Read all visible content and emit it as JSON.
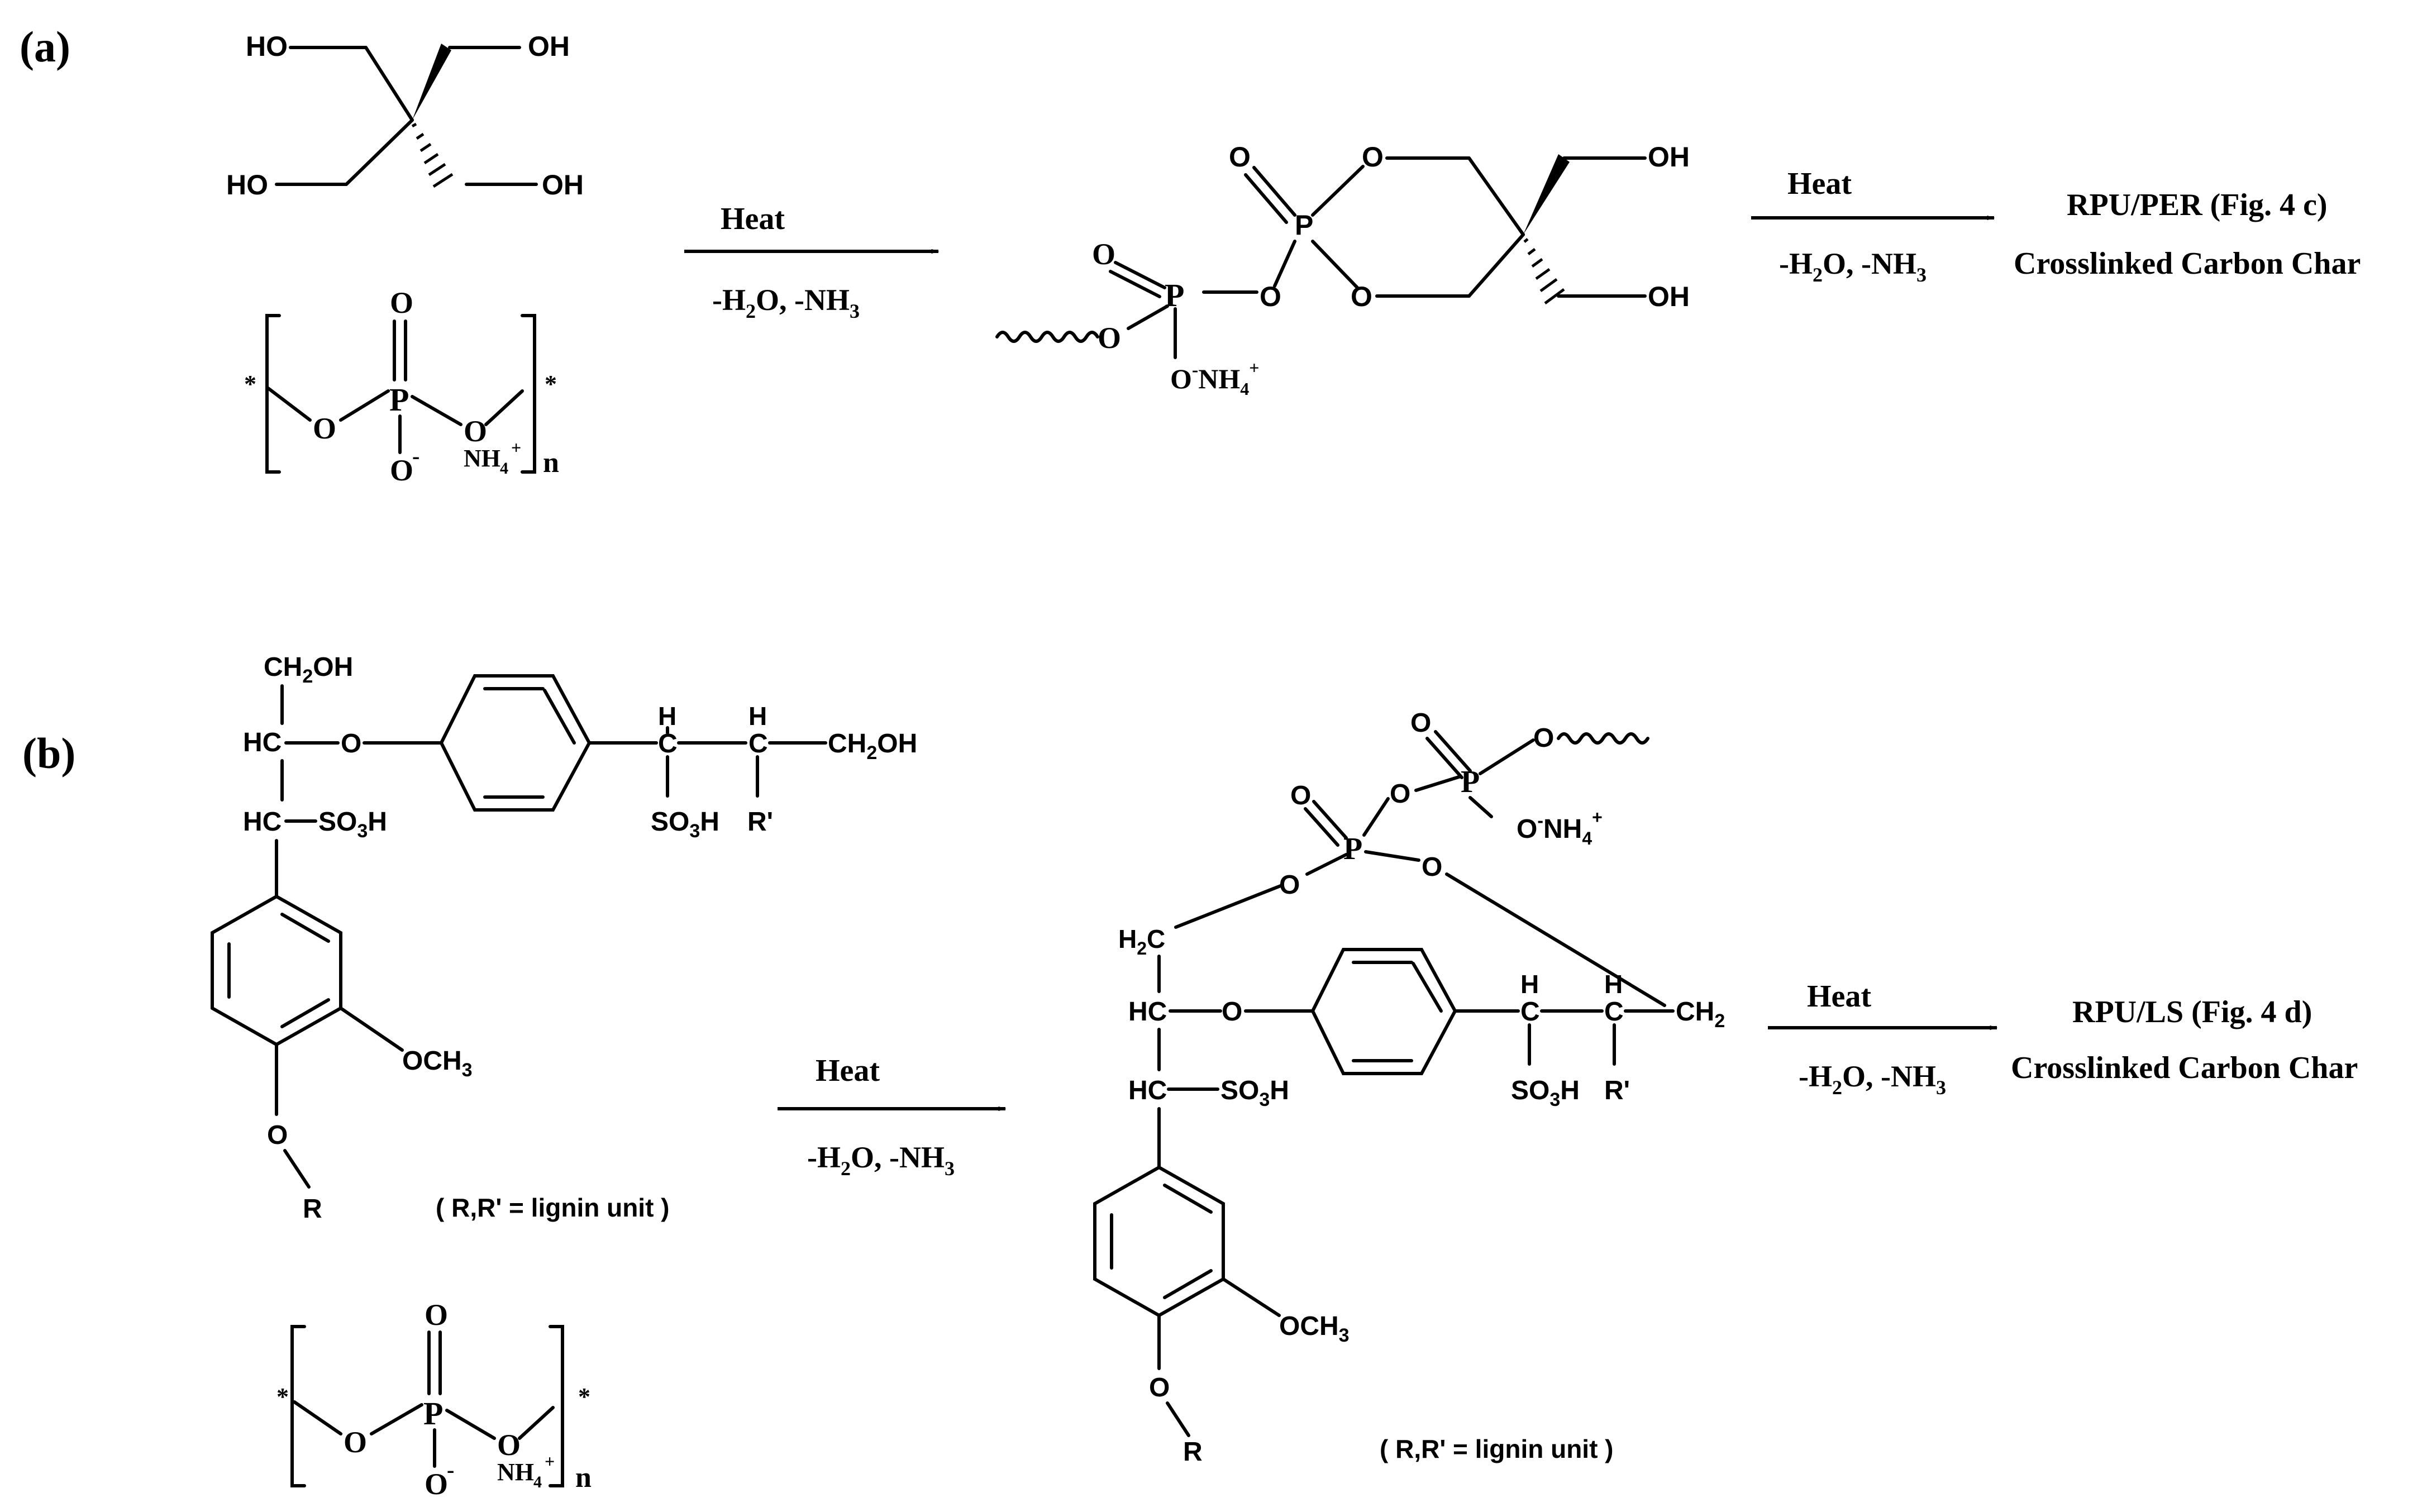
{
  "panels": {
    "a": {
      "label": "(a)",
      "pentaerythritol_groups": [
        "HO",
        "OH",
        "HO",
        "OH"
      ],
      "app": {
        "oxygen": "O",
        "phosphorus": "P",
        "o_left": "O",
        "o_right": "O",
        "o_minus": "O",
        "minus_sign": "-",
        "star": "*",
        "ammonium": "NH",
        "ammonium_sub": "4",
        "ammonium_sup": "+",
        "repeat": "n"
      },
      "arrow1": {
        "above": "Heat",
        "below_parts": [
          "-H",
          "2",
          "O, -NH",
          "3"
        ]
      },
      "product": {
        "ring_o_top": "O",
        "ring_o_bottom": "O",
        "ring_p": "P",
        "ring_p_oxo": "O",
        "oh_top": "OH",
        "oh_bottom": "OH",
        "link_o": "O",
        "chain_p": "P",
        "chain_p_oxo": "O",
        "chain_o_left": "O",
        "chain_o_minus": "O",
        "chain_minus": "-",
        "ammonium": "NH",
        "ammonium_sub": "4",
        "ammonium_sup": "+"
      },
      "arrow2": {
        "above": "Heat",
        "below_parts": [
          "-H",
          "2",
          "O, -NH",
          "3"
        ]
      },
      "result_line1": "RPU/PER (Fig. 4 c)",
      "result_line2": "Crosslinked Carbon Char"
    },
    "b": {
      "label": "(b)",
      "lignin": {
        "ch2oh_top": "CH",
        "ch2oh_top_sub": "2",
        "ch2oh_top_tail": "OH",
        "hc1": "HC",
        "ether_o": "O",
        "hc2": "HC",
        "so3h_1": "SO",
        "so3h_1_sub": "3",
        "so3h_1_tail": "H",
        "h_a": "H",
        "c_a": "C",
        "h_b": "H",
        "c_b": "C",
        "ch2oh_right": "CH",
        "ch2oh_right_sub": "2",
        "ch2oh_right_tail": "OH",
        "so3h_2": "SO",
        "so3h_2_sub": "3",
        "so3h_2_tail": "H",
        "r_prime": "R'",
        "och3": "OCH",
        "och3_sub": "3",
        "o_bottom": "O",
        "r": "R",
        "note": "( R,R' = lignin unit )"
      },
      "app": {
        "oxygen": "O",
        "phosphorus": "P",
        "o_left": "O",
        "o_right": "O",
        "o_minus": "O",
        "minus_sign": "-",
        "star": "*",
        "ammonium": "NH",
        "ammonium_sub": "4",
        "ammonium_sup": "+",
        "repeat": "n"
      },
      "arrow1": {
        "above": "Heat",
        "below_parts": [
          "-H",
          "2",
          "O, -NH",
          "3"
        ]
      },
      "product": {
        "p_oxo": "O",
        "p_link_o": "O",
        "p2": "P",
        "p2_oxo": "O",
        "p2_o_chain": "O",
        "p2_o_minus": "O",
        "p2_minus": "-",
        "ammonium": "NH",
        "ammonium_sub": "4",
        "ammonium_sup": "+",
        "p1": "P",
        "p1_o_left": "O",
        "p1_o_right": "O",
        "h2c": "H",
        "h2c_sub": "2",
        "h2c_tail": "C",
        "hc1": "HC",
        "ether_o": "O",
        "hc2": "HC",
        "so3h_1": "SO",
        "so3h_1_sub": "3",
        "so3h_1_tail": "H",
        "h_a": "H",
        "c_a": "C",
        "h_b": "H",
        "c_b": "C",
        "ch2": "CH",
        "ch2_sub": "2",
        "so3h_2": "SO",
        "so3h_2_sub": "3",
        "so3h_2_tail": "H",
        "r_prime": "R'",
        "och3": "OCH",
        "och3_sub": "3",
        "o_bottom": "O",
        "r": "R",
        "note": "( R,R' = lignin unit )"
      },
      "arrow2": {
        "above": "Heat",
        "below_parts": [
          "-H",
          "2",
          "O, -NH",
          "3"
        ]
      },
      "result_line1": "RPU/LS (Fig. 4 d)",
      "result_line2": "Crosslinked Carbon Char"
    }
  }
}
